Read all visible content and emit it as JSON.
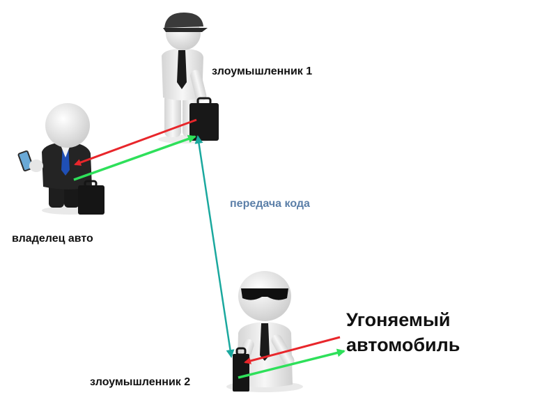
{
  "labels": {
    "attacker1": "злоумышленник 1",
    "owner": "владелец авто",
    "transfer": "передача кода",
    "target_line1": "Угоняемый",
    "target_line2": "автомобиль",
    "attacker2": "злоумышленник 2"
  },
  "colors": {
    "request_arrow": "#e8262b",
    "response_arrow": "#2ee05a",
    "relay_arrow": "#1aa89e",
    "transfer_label": "#5b7fa8",
    "figure_fill": "#e6e6e6",
    "suit": "#1e1e1e",
    "tie_owner": "#1f4fb5"
  },
  "icons": {
    "owner": "businessman-phone-figure",
    "attacker1": "man-with-cap-briefcase-figure",
    "attacker2": "man-with-sunglasses-briefcase-figure"
  }
}
